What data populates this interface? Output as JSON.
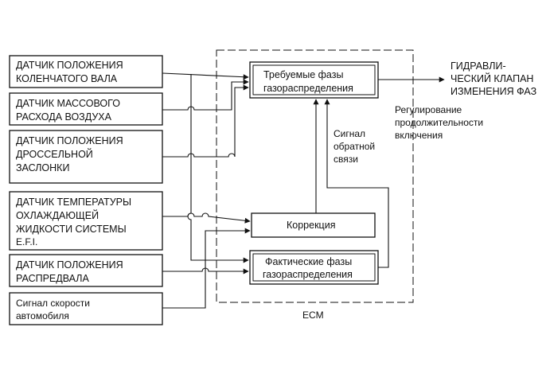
{
  "inputs": {
    "crank": [
      "ДАТЧИК ПОЛОЖЕНИЯ",
      "КОЛЕНЧАТОГО ВАЛА"
    ],
    "maf": [
      "ДАТЧИК МАССОВОГО",
      "РАСХОДА ВОЗДУХА"
    ],
    "throttle": [
      "ДАТЧИК ПОЛОЖЕНИЯ",
      "ДРОССЕЛЬНОЙ",
      "ЗАСЛОНКИ"
    ],
    "coolant": [
      "ДАТЧИК ТЕМПЕРАТУРЫ",
      "ОХЛАЖДАЮЩЕЙ",
      "ЖИДКОСТИ СИСТЕМЫ",
      "E.F.I."
    ],
    "cam": [
      "ДАТЧИК ПОЛОЖЕНИЯ",
      "РАСПРЕДВАЛА"
    ],
    "speed": [
      "Сигнал скорости",
      "автомобиля"
    ]
  },
  "ecm": {
    "label": "ECM",
    "target": [
      "Требуемые фазы",
      "газораспределения"
    ],
    "correction": "Коррекция",
    "actual": [
      "Фактические фазы",
      "газораспределения"
    ],
    "feedback": [
      "Сигнал",
      "обратной",
      "связи"
    ]
  },
  "output": {
    "label": [
      "ГИДРАВЛИ-",
      "ЧЕСКИЙ КЛАПАН",
      "ИЗМЕНЕНИЯ ФАЗ"
    ],
    "duty": [
      "Регулирование",
      "продолжительности",
      "включения"
    ]
  }
}
